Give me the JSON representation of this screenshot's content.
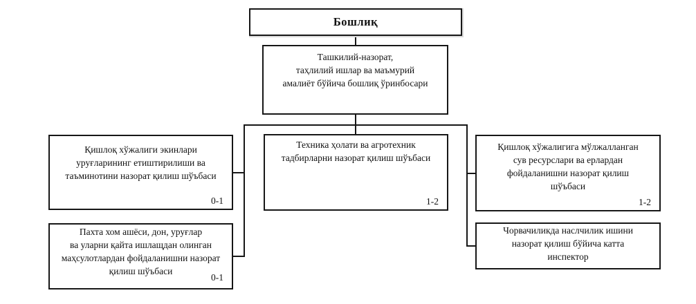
{
  "org_chart": {
    "root": {
      "label": "Бошлиқ"
    },
    "deputy": {
      "label": "Ташкилий-назорат,\nтаҳлилий ишлар ва маъмурий\nамалиёт бўйича бошлиқ ўринбосари"
    },
    "departments": {
      "seeds": {
        "label": "Қишлоқ хўжалиги экинлари\nуруғларининг етиштирилиши ва\nтаъминотини назорат қилиш шўъбаси",
        "staff": "0-1"
      },
      "cotton": {
        "label": "Пахта хом ашёси, дон, уруғлар\nва уларни қайта ишлащдан олинган\nмаҳсулотлардан фойдаланишни назорат\nқилиш шўъбаси",
        "staff": "0-1"
      },
      "technics": {
        "label": "Техника ҳолати ва агротехник\nтадбирларни назорат қилиш шўъбаси",
        "staff": "1-2"
      },
      "water": {
        "label": "Қишлоқ хўжалигига мўлжалланган\nсув ресурслари ва ерлардан\nфойдаланишни назорат қилиш\nшўъбаси",
        "staff": "1-2"
      },
      "livestock": {
        "label": "Чорвачиликда наслчилик ишини\nназорат қилиш бўйича катта\nинспектор"
      }
    },
    "colors": {
      "line": "#161616",
      "background": "#ffffff",
      "text": "#111111"
    }
  }
}
